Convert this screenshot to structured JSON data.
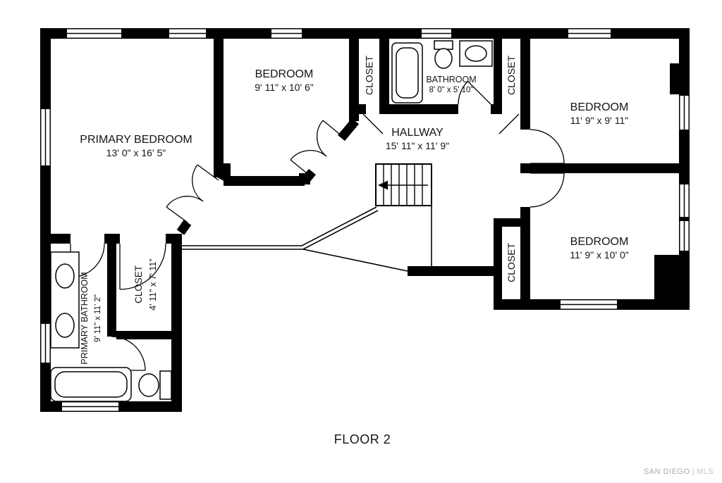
{
  "floor": {
    "label": "FLOOR 2"
  },
  "watermark": {
    "left": "SAN DIEGO",
    "sep": "|",
    "right": "MLS"
  },
  "colors": {
    "wall": "#000000",
    "background": "#ffffff",
    "watermark_dark": "#a9a9a9",
    "watermark_light": "#c4c4c4"
  },
  "rooms": {
    "primary_bedroom": {
      "name": "PRIMARY BEDROOM",
      "dims": "13' 0\" x 16' 5\""
    },
    "bedroom_top_middle": {
      "name": "BEDROOM",
      "dims": "9' 11\" x 10' 6\""
    },
    "closet_upper_left": {
      "name": "CLOSET"
    },
    "bathroom_upper": {
      "name": "BATHROOM",
      "dims": "8' 0\" x 5' 10\""
    },
    "closet_upper_right": {
      "name": "CLOSET"
    },
    "bedroom_upper_right": {
      "name": "BEDROOM",
      "dims": "11' 9\" x 9' 11\""
    },
    "hallway": {
      "name": "HALLWAY",
      "dims": "15' 11\" x 11' 9\""
    },
    "bedroom_lower_right": {
      "name": "BEDROOM",
      "dims": "11' 9\" x 10' 0\""
    },
    "closet_lower_right": {
      "name": "CLOSET"
    },
    "closet_primary": {
      "name": "CLOSET",
      "dims": "4' 11\" x 7' 11\""
    },
    "primary_bathroom": {
      "name": "PRIMARY BATHROOM",
      "dims": "9' 11\" x 11' 2\""
    }
  }
}
